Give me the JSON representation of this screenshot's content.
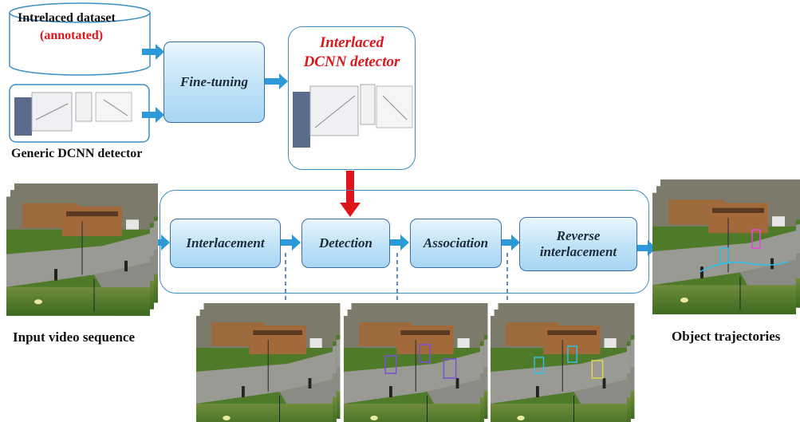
{
  "dataset": {
    "title": "Intrelaced dataset",
    "subtitle": "(annotated)"
  },
  "generic_label": "Generic DCNN detector",
  "finetune_label": "Fine-tuning",
  "interlaced_detector": {
    "line1": "Interlaced",
    "line2": "DCNN detector"
  },
  "pipeline": {
    "interlacement": "Interlacement",
    "detection": "Detection",
    "association": "Association",
    "reverse_line1": "Reverse",
    "reverse_line2": "interlacement"
  },
  "input_label": "Input video sequence",
  "output_label": "Object trajectories",
  "colors": {
    "accent_red": "#e0151b",
    "arrow_blue": "#2c9ad8",
    "box_border": "#3e6fa4"
  }
}
